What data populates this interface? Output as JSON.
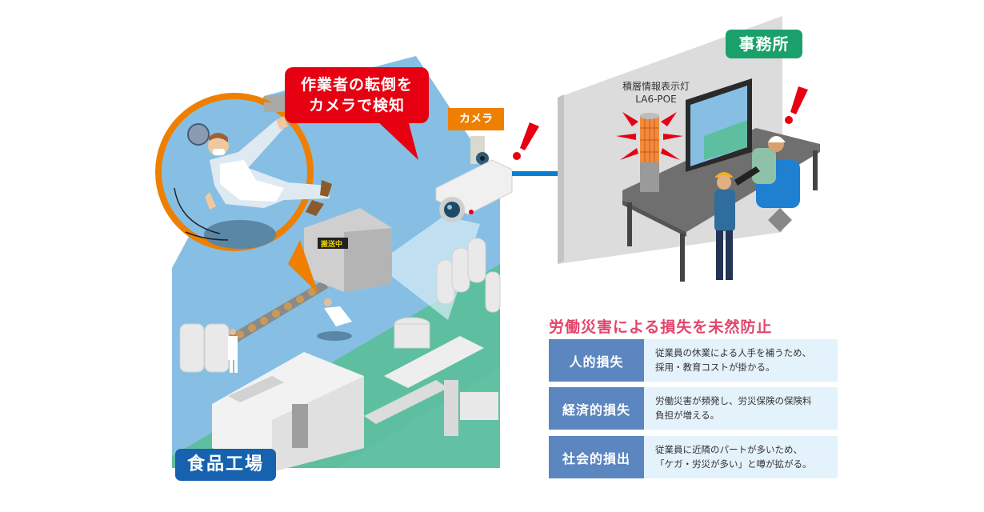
{
  "callout": {
    "line1": "作業者の転倒を",
    "line2": "カメラで検知"
  },
  "camera": {
    "label": "カメラ"
  },
  "office": {
    "label": "事務所",
    "light_name": "積層情報表示灯",
    "light_model": "LA6-POE"
  },
  "factory": {
    "label": "食品工場",
    "machine_display": "搬送中"
  },
  "losses": {
    "title": "労働災害による損失を未然防止",
    "items": [
      {
        "heading": "人的損失",
        "line1": "従業員の休業による人手を補うため、",
        "line2": "採用・教育コストが掛かる。"
      },
      {
        "heading": "経済的損失",
        "line1": "労働災害が頻発し、労災保険の保険料",
        "line2": "負担が増える。"
      },
      {
        "heading": "社会的損出",
        "line1": "従業員に近隣のパートが多いため、",
        "line2": "「ケガ・労災が多い」と噂が拡がる。"
      }
    ]
  },
  "colors": {
    "alert_red": "#e60012",
    "camera_orange": "#ee7f00",
    "office_green": "#1aa06a",
    "factory_blue": "#1662ae",
    "arrow_blue": "#0a7fd1",
    "loss_title_pink": "#e3456a",
    "loss_heading_blue": "#5b86c0",
    "loss_body_bg": "#e4f2fb"
  }
}
